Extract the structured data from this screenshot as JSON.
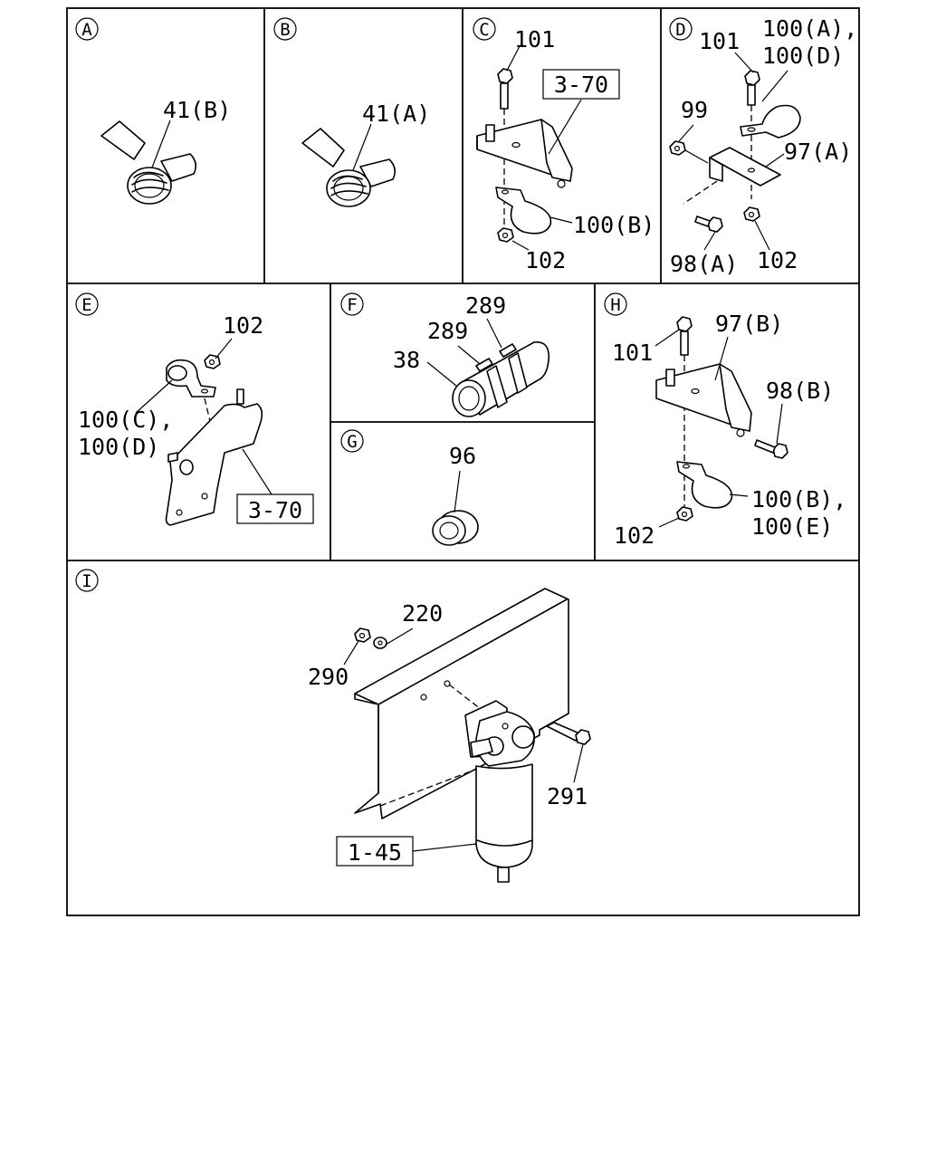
{
  "panels": {
    "A": {
      "letter": "A",
      "labels": [
        "41(B)"
      ]
    },
    "B": {
      "letter": "B",
      "labels": [
        "41(A)"
      ]
    },
    "C": {
      "letter": "C",
      "labels": [
        "101",
        "100(B)",
        "102"
      ],
      "ref": "3-70"
    },
    "D": {
      "letter": "D",
      "labels": [
        "101",
        "100(A),",
        "100(D)",
        "99",
        "97(A)",
        "98(A)",
        "102"
      ]
    },
    "E": {
      "letter": "E",
      "labels": [
        "102",
        "100(C),",
        "100(D)"
      ],
      "ref": "3-70"
    },
    "F": {
      "letter": "F",
      "labels": [
        "289",
        "289",
        "38"
      ]
    },
    "G": {
      "letter": "G",
      "labels": [
        "96"
      ]
    },
    "H": {
      "letter": "H",
      "labels": [
        "101",
        "97(B)",
        "98(B)",
        "100(B),",
        "100(E)",
        "102"
      ]
    },
    "I": {
      "letter": "I",
      "labels": [
        "220",
        "290",
        "291"
      ],
      "ref": "1-45"
    }
  }
}
